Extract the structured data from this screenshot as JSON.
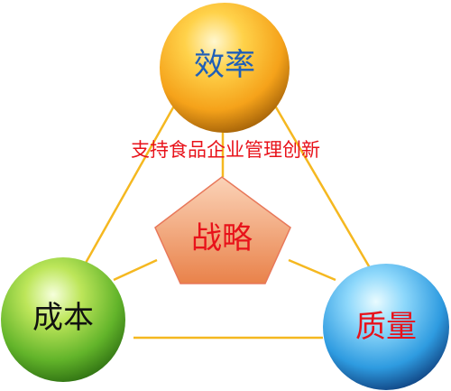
{
  "diagram": {
    "caption": "支持食品企业管理创新",
    "center": {
      "label": "战略"
    },
    "nodes": {
      "top": {
        "label": "效率"
      },
      "left": {
        "label": "成本"
      },
      "right": {
        "label": "质量"
      }
    }
  },
  "colors": {
    "connector": "#f5b820",
    "caption_text": "#e8121a",
    "top_label": "#1f5fb8",
    "left_label": "#111111",
    "right_label": "#e8121a",
    "center_label": "#e8121a",
    "top_fill": "#f5a21a",
    "left_fill": "#62b42a",
    "right_fill": "#2e9be0",
    "center_fill": "#f2a06a"
  }
}
